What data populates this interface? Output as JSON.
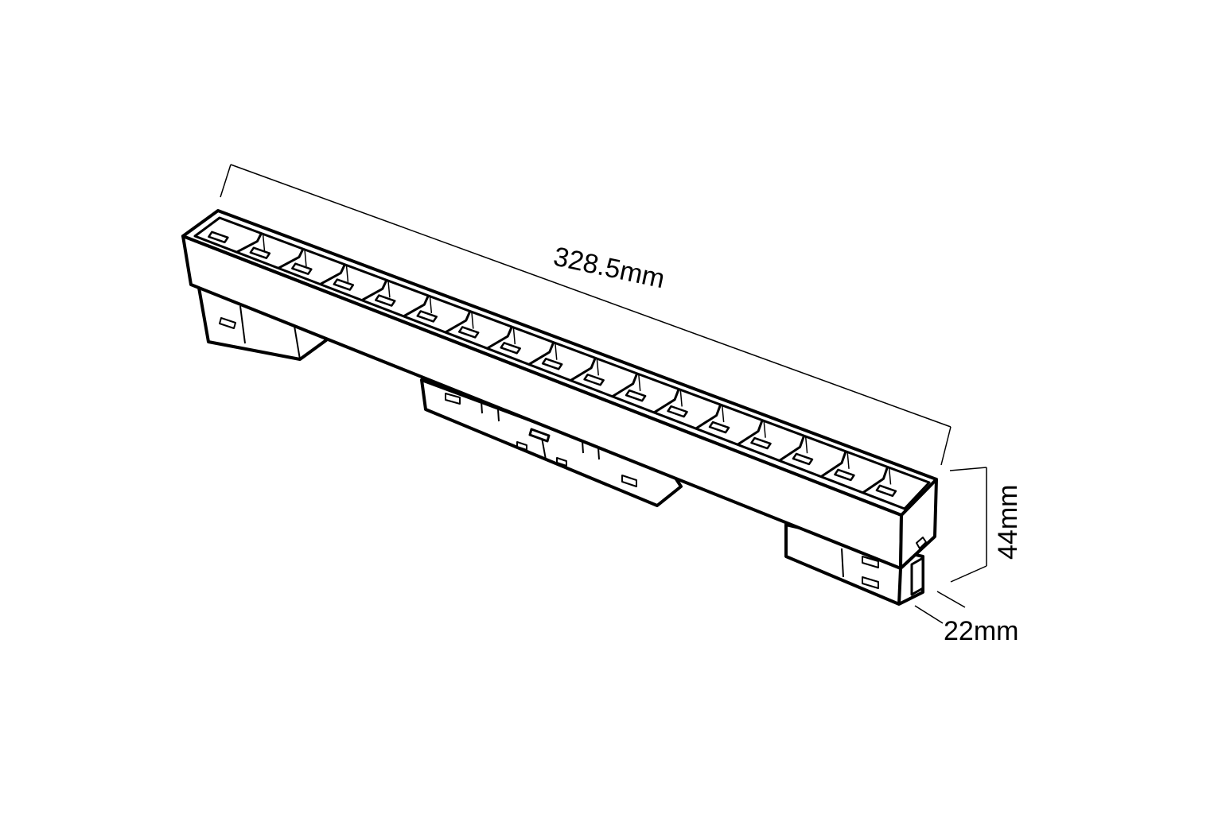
{
  "dimensions": {
    "length": "328.5mm",
    "height": "44mm",
    "width": "22mm"
  },
  "colors": {
    "line": "#000000",
    "background": "#ffffff"
  },
  "cell_count": 17
}
